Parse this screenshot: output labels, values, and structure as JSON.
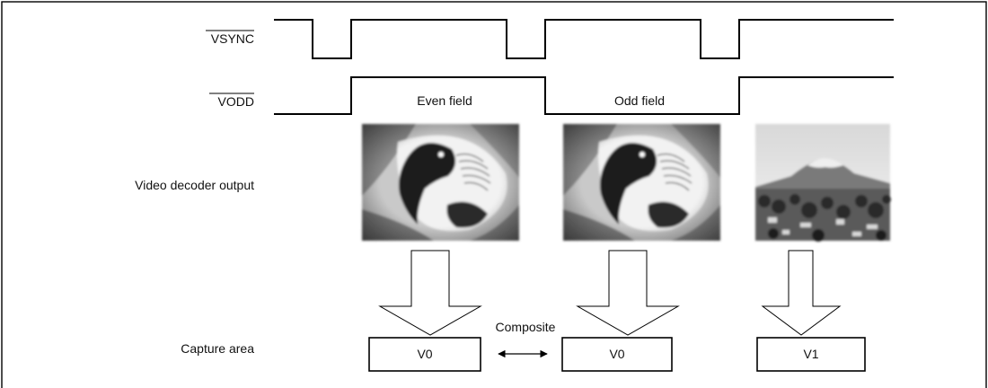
{
  "signals": {
    "vsync_label": "VSYNC",
    "vodd_label": "VODD"
  },
  "fields": {
    "even": "Even field",
    "odd": "Odd field"
  },
  "rows": {
    "decoder_output": "Video decoder output",
    "capture_area": "Capture area"
  },
  "images": [
    {
      "subject": "parrot"
    },
    {
      "subject": "parrot"
    },
    {
      "subject": "mountain landscape"
    }
  ],
  "capture": {
    "buffers": [
      "V0",
      "V0",
      "V1"
    ],
    "composite_label": "Composite"
  }
}
